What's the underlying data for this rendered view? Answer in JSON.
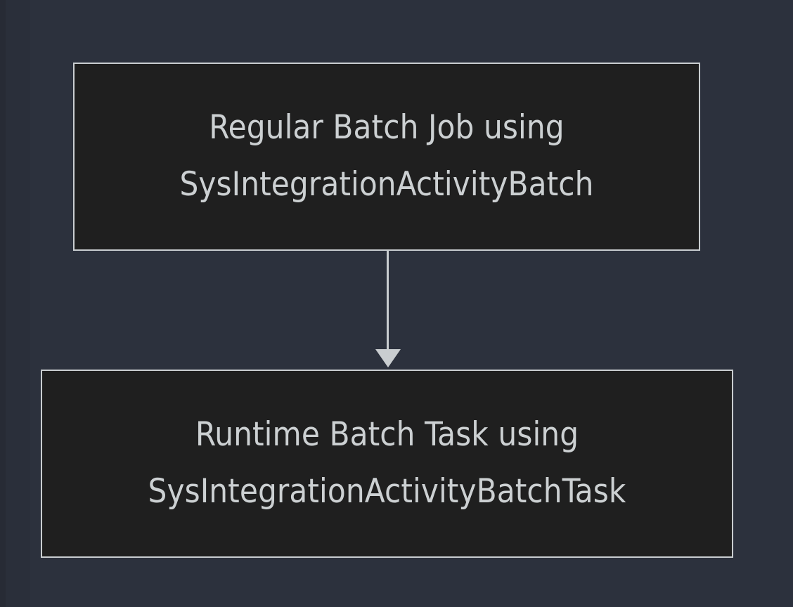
{
  "diagram": {
    "type": "flowchart",
    "orientation": "top-to-bottom",
    "background_color": "#2c313d",
    "node_fill_color": "#1f1f1f",
    "node_border_color": "#c9cdd0",
    "text_color": "#ccd0d2",
    "edge_color": "#c9cdd0",
    "nodes": [
      {
        "id": "batch-job",
        "line1": "Regular Batch Job using",
        "line2": "SysIntegrationActivityBatch"
      },
      {
        "id": "batch-task",
        "line1": "Runtime Batch Task using",
        "line2": "SysIntegrationActivityBatchTask"
      }
    ],
    "edges": [
      {
        "id": "batch-job-to-batch-task",
        "from": "batch-job",
        "to": "batch-task",
        "label": "",
        "arrowhead": "solid-triangle"
      }
    ]
  }
}
